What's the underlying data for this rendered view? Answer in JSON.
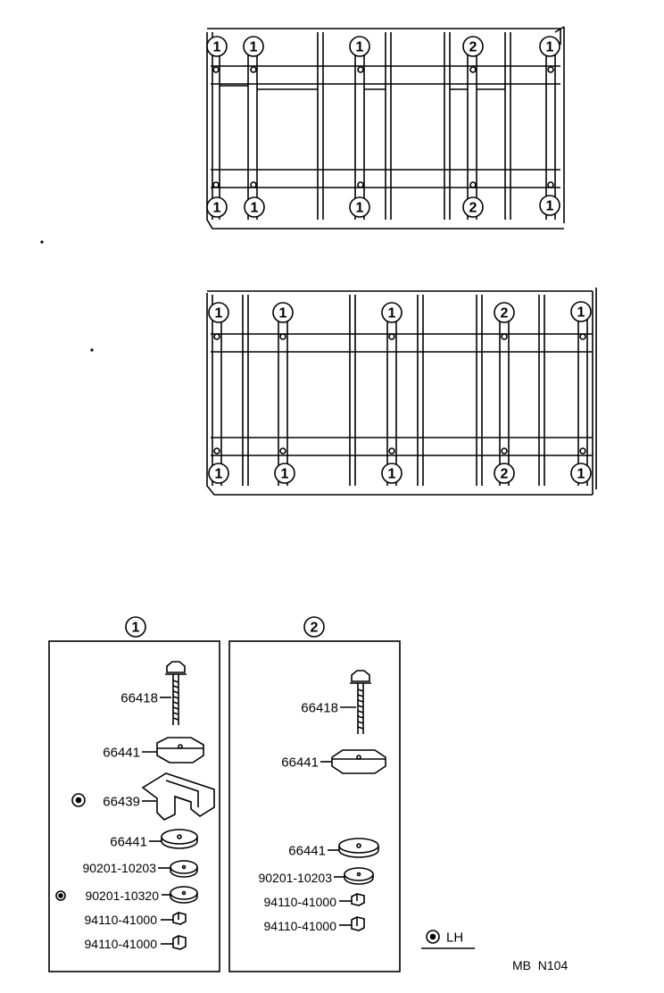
{
  "diagram": {
    "top_frame": {
      "top_markers": [
        "1",
        "1",
        "1",
        "2",
        "1"
      ],
      "bottom_markers": [
        "1",
        "1",
        "1",
        "2",
        "1"
      ]
    },
    "bottom_frame": {
      "top_markers": [
        "1",
        "1",
        "1",
        "2",
        "1"
      ],
      "bottom_markers": [
        "1",
        "1",
        "1",
        "2",
        "1"
      ]
    },
    "group1": {
      "marker": "1",
      "parts": [
        "66418",
        "66441",
        "66439",
        "66441",
        "90201-10203",
        "90201-10320",
        "94110-41000",
        "94110-41000"
      ]
    },
    "group2": {
      "marker": "2",
      "parts": [
        "66418",
        "66441",
        "66441",
        "90201-10203",
        "94110-41000",
        "94110-41000"
      ]
    },
    "legend": {
      "label": "LH"
    },
    "code": "MB  N104"
  }
}
